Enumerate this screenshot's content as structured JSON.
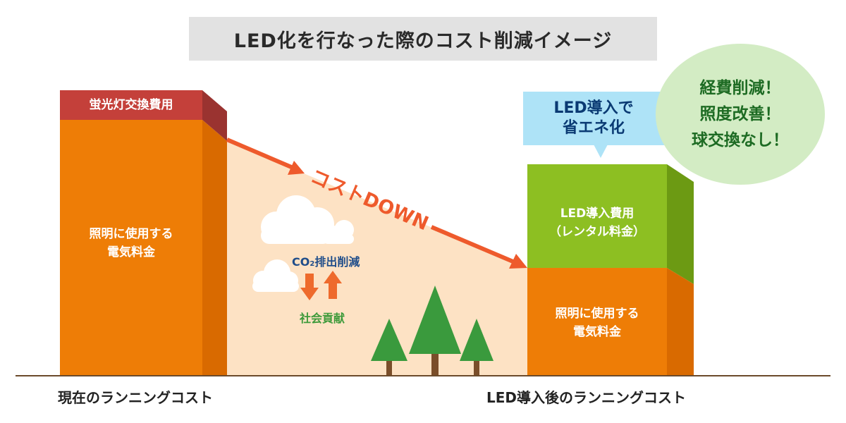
{
  "title": "LED化を行なった際のコスト削減イメージ",
  "left_bar": {
    "top_label": "蛍光灯交換費用",
    "main_label_line1": "照明に使用する",
    "main_label_line2": "電気料金",
    "caption": "現在のランニングコスト"
  },
  "right_bar": {
    "top_label_line1": "LED導入費用",
    "top_label_line2": "（レンタル料金）",
    "main_label_line1": "照明に使用する",
    "main_label_line2": "電気料金",
    "caption": "LED導入後のランニングコスト"
  },
  "arrow_label": "コストDOWN",
  "co2": {
    "label_prefix": "CO",
    "label_sub": "2",
    "label_suffix": "排出削減",
    "social": "社会貢献"
  },
  "callout": {
    "line1": "LED導入で",
    "line2": "省エネ化"
  },
  "benefits": [
    "経費削減！",
    "照度改善！",
    "球交換なし！"
  ],
  "colors": {
    "orange": "#ee7d06",
    "orange_dark": "#d96a00",
    "red_top": "#c4403a",
    "green": "#8dbf22",
    "peach": "#fde2c4",
    "arrow": "#ee5a2c"
  }
}
